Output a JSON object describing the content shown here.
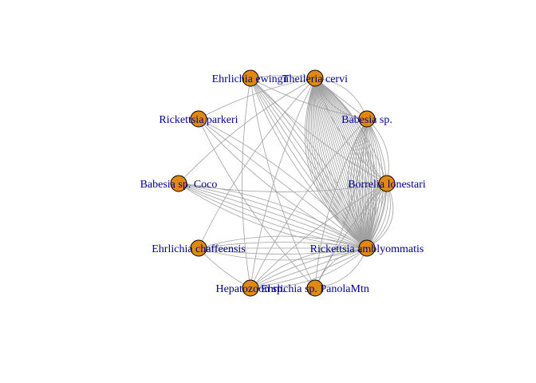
{
  "network": {
    "node_fill": "#e08a0b",
    "label_color": "#00008b",
    "edge_color": "#a0a0a0",
    "nodes": [
      {
        "id": "ee",
        "label": "Ehrlichia ewingii"
      },
      {
        "id": "tc",
        "label": "Theileria cervi"
      },
      {
        "id": "rp",
        "label": "Rickettsia parkeri"
      },
      {
        "id": "bsp",
        "label": "Babesia sp."
      },
      {
        "id": "bc",
        "label": "Babesia sp. Coco"
      },
      {
        "id": "bl",
        "label": "Borrelia lonestari"
      },
      {
        "id": "ech",
        "label": "Ehrlichia chaffeensis"
      },
      {
        "id": "ra",
        "label": "Rickettsia amblyommatis"
      },
      {
        "id": "hep",
        "label": "Hepatozoon sp."
      },
      {
        "id": "epm",
        "label": "Ehrlichia  sp. PanolaMtn"
      }
    ],
    "edges": [
      {
        "source": "ra",
        "target": "tc",
        "count": 30
      },
      {
        "source": "ra",
        "target": "bsp",
        "count": 14
      },
      {
        "source": "ra",
        "target": "bl",
        "count": 10
      },
      {
        "source": "ra",
        "target": "ee",
        "count": 6
      },
      {
        "source": "ra",
        "target": "bc",
        "count": 6
      },
      {
        "source": "ra",
        "target": "ech",
        "count": 5
      },
      {
        "source": "ra",
        "target": "hep",
        "count": 5
      },
      {
        "source": "ra",
        "target": "rp",
        "count": 3
      },
      {
        "source": "ra",
        "target": "epm",
        "count": 2
      },
      {
        "source": "tc",
        "target": "bsp",
        "count": 3
      },
      {
        "source": "tc",
        "target": "ee",
        "count": 1
      },
      {
        "source": "tc",
        "target": "rp",
        "count": 1
      },
      {
        "source": "tc",
        "target": "ech",
        "count": 1
      },
      {
        "source": "tc",
        "target": "bl",
        "count": 2
      },
      {
        "source": "tc",
        "target": "hep",
        "count": 1
      },
      {
        "source": "tc",
        "target": "bc",
        "count": 1
      },
      {
        "source": "ee",
        "target": "epm",
        "count": 1
      },
      {
        "source": "ee",
        "target": "bl",
        "count": 1
      },
      {
        "source": "ee",
        "target": "bsp",
        "count": 1
      },
      {
        "source": "ee",
        "target": "hep",
        "count": 1
      },
      {
        "source": "rp",
        "target": "epm",
        "count": 1
      },
      {
        "source": "bc",
        "target": "bl",
        "count": 1
      },
      {
        "source": "bsp",
        "target": "epm",
        "count": 2
      },
      {
        "source": "bl",
        "target": "epm",
        "count": 1
      },
      {
        "source": "bsp",
        "target": "bl",
        "count": 2
      },
      {
        "source": "ech",
        "target": "hep",
        "count": 1
      },
      {
        "source": "bl",
        "target": "hep",
        "count": 1
      },
      {
        "source": "bsp",
        "target": "hep",
        "count": 1
      }
    ]
  }
}
